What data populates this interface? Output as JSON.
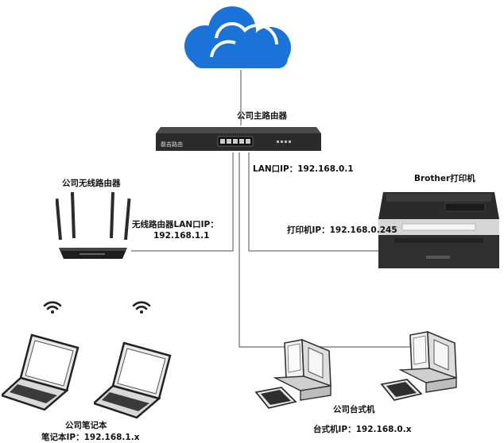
{
  "labels": {
    "main_router": "公司主路由器",
    "main_router_brand": "磊吉路由",
    "lan_ip": "LAN口IP：192.168.0.1",
    "wireless_router": "公司无线路由器",
    "wireless_lan_ip_line1": "无线路由器LAN口IP：",
    "wireless_lan_ip_line2": "192.168.1.1",
    "printer": "Brother打印机",
    "printer_ip": "打印机IP：192.168.0.245",
    "laptops": "公司笔记本",
    "laptops_ip": "笔记本IP：192.168.1.x",
    "desktops": "公司台式机",
    "desktops_ip": "台式机IP：192.168.0.x"
  },
  "colors": {
    "cloud": "#1a73d9",
    "wire": "#6f6f6f",
    "device_dark": "#2b2b2b",
    "device_light": "#e8e8e8"
  },
  "icons": {
    "cloud": "cloud-icon",
    "router": "router-icon",
    "wireless_router": "wireless-router-icon",
    "printer": "printer-icon",
    "laptop": "laptop-icon",
    "desktop": "desktop-computer-icon",
    "wifi": "wifi-icon"
  }
}
